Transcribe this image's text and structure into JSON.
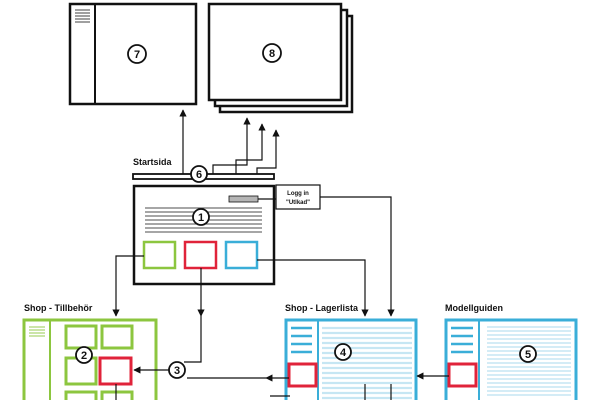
{
  "colors": {
    "ink": "#111111",
    "green": "#8cc63f",
    "red": "#e0233a",
    "blue": "#3aaed8",
    "light_blue": "#c6e6f3",
    "gray": "#b5b5b5"
  },
  "labels": {
    "startsida": "Startsida",
    "shop_tillbehor": "Shop - Tillbehör",
    "shop_lagerlista": "Shop - Lagerlista",
    "modellguiden": "Modellguiden",
    "login_line1": "Logg in",
    "login_line2": "\"Utlkad\""
  },
  "numbers": {
    "n1": "1",
    "n2": "2",
    "n3": "3",
    "n4": "4",
    "n5": "5",
    "n6": "6",
    "n7": "7",
    "n8": "8"
  }
}
